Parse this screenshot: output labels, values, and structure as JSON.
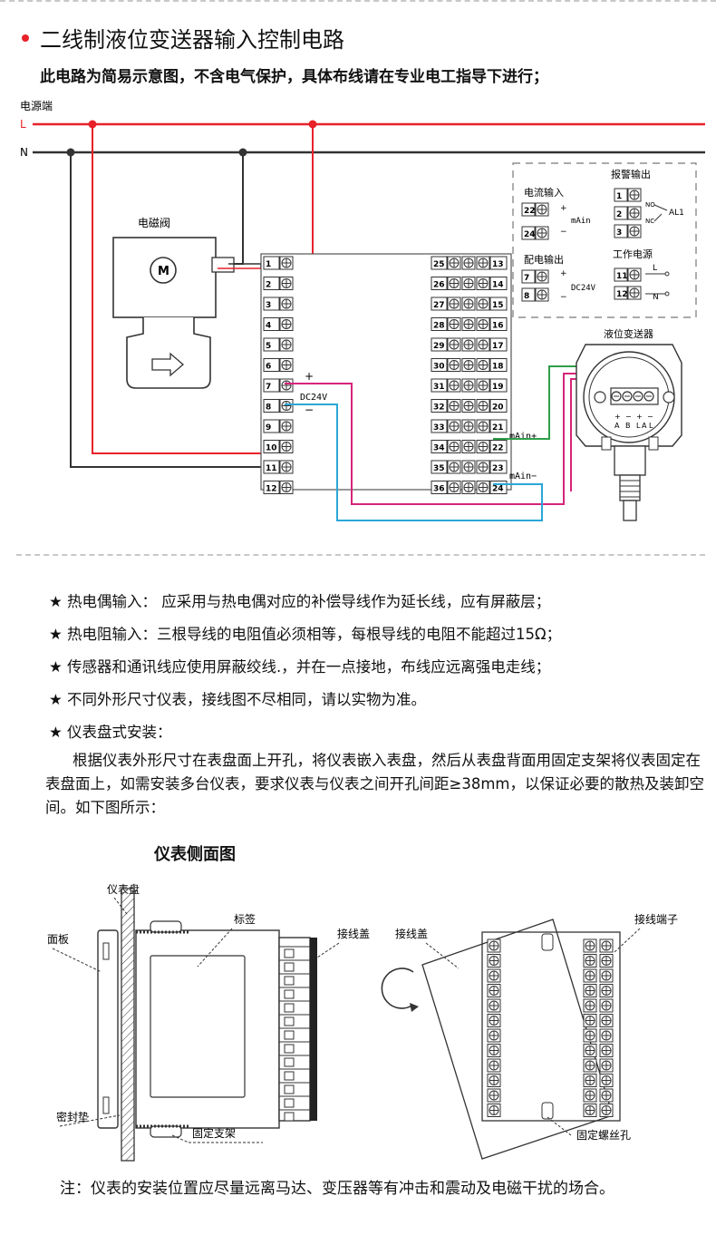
{
  "header": {
    "title": "二线制液位变送器输入控制电路",
    "subtitle": "此电路为简易示意图，不含电气保护，具体布线请在专业电工指导下进行；",
    "accent_color": "#e8212a"
  },
  "circuit": {
    "power_label": "电源端",
    "line_L": "L",
    "line_N": "N",
    "valve_label": "电磁阀",
    "motor_symbol": "M",
    "left_terminals": [
      "1",
      "2",
      "3",
      "4",
      "5",
      "6",
      "7",
      "8",
      "9",
      "10",
      "11",
      "12"
    ],
    "right_inner_terminals": [
      "25",
      "26",
      "27",
      "28",
      "29",
      "30",
      "31",
      "32",
      "33",
      "34",
      "35",
      "36"
    ],
    "right_outer_terminals": [
      "13",
      "14",
      "15",
      "16",
      "17",
      "18",
      "19",
      "20",
      "21",
      "22",
      "23",
      "24"
    ],
    "plus_sign": "+",
    "minus_sign": "−",
    "dc24v": "DC24V",
    "main_plus": "mAin+",
    "main_minus": "mAin−",
    "transmitter_label": "液位变送器",
    "transmitter_terms": [
      "+",
      "−",
      "+",
      "−"
    ],
    "transmitter_sub": [
      "A",
      "B",
      "L",
      "A",
      "L"
    ],
    "legend": {
      "current_input": "电流输入",
      "current_terms": [
        "22",
        "24"
      ],
      "current_main": "mAin",
      "alarm_output": "报警输出",
      "alarm_terms": [
        "1",
        "2",
        "3"
      ],
      "no": "NO",
      "nc": "NC",
      "al1": "AL1",
      "power_dist": "配电输出",
      "power_dist_terms": [
        "7",
        "8"
      ],
      "power_dist_v": "DC24V",
      "work_power": "工作电源",
      "work_terms": [
        "11",
        "12"
      ],
      "work_L": "L",
      "work_N": "N"
    },
    "wire_colors": {
      "L": "#e8212a",
      "N": "#333333",
      "pink": "#d6247a",
      "blue": "#2aa7d8",
      "green": "#2e9e4a"
    }
  },
  "notes": [
    "★  热电偶输入： 应采用与热电偶对应的补偿导线作为延长线，应有屏蔽层；",
    "★  热电阻输入：三根导线的电阻值必须相等，每根导线的电阻不能超过15Ω；",
    "★  传感器和通讯线应使用屏蔽绞线.，并在一点接地，布线应远离强电走线；",
    "★  不同外形尺寸仪表，接线图不尽相同，请以实物为准。",
    "★ 仪表盘式安装："
  ],
  "install_paragraph": "根据仪表外形尺寸在表盘面上开孔，将仪表嵌入表盘，然后从表盘背面用固定支架将仪表固定在表盘面上，如需安装多台仪表，要求仪表与仪表之间开孔间距≥38mm，以保证必要的散热及装卸空间。如下图所示：",
  "side_view": {
    "title": "仪表侧面图",
    "panel_board": "仪表盘",
    "face_plate": "面板",
    "label_tag": "标签",
    "terminal_cover": "接线盖",
    "seal": "密封垫",
    "bracket": "固定支架",
    "terminal_cover_right": "接线盖",
    "terminal_post": "接线端子",
    "screw_hole": "固定螺丝孔"
  },
  "bottom_note": "注：仪表的安装位置应尽量远离马达、变压器等有冲击和震动及电磁干扰的场合。"
}
